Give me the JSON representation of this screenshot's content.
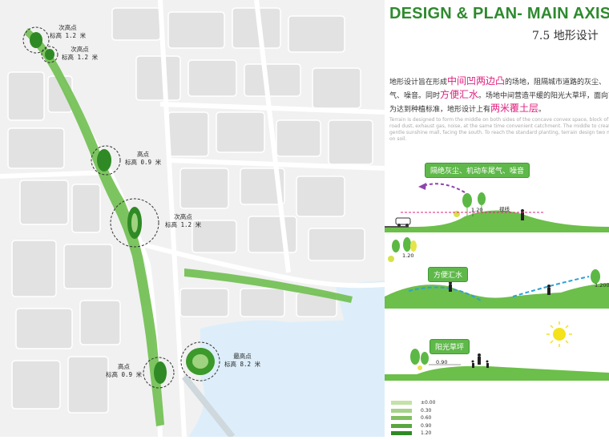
{
  "header": {
    "title": "DESIGN & PLAN- MAIN AXIS",
    "subtitle": "7.5 地形设计"
  },
  "description_zh": {
    "p1": "地形设计旨在形成",
    "h1": "中间凹两边凸",
    "p2": "的场地，阻隔城市道路的灰尘、",
    "p3": "气、噪音。同时",
    "h2": "方便汇水",
    "p4": "。场地中间营造平缓的阳光大草坪，面向南方",
    "p5": "为达到种植标准，地形设计上有",
    "h3": "两米覆土层",
    "p6": "。"
  },
  "description_en": "Terrain is designed to form the middle on both sides of the concave convex space, block of urban road dust, exhaust gas, noise, at the same time convenient catchment. The middle to create a gentle sunshine mall, facing the south. To reach the standard planting, terrain design two metres on soil.",
  "map_labels": {
    "l1": {
      "name": "次高点",
      "elev": "标高 1.2 米"
    },
    "l2": {
      "name": "次高点",
      "elev": "标高 1.2 米"
    },
    "l3": {
      "name": "高点",
      "elev": "标高 0.9 米"
    },
    "l4": {
      "name": "次高点",
      "elev": "标高 1.2 米"
    },
    "l5": {
      "name": "高点",
      "elev": "标高 0.9 米"
    },
    "l6": {
      "name": "最高点",
      "elev": "标高 8.2 米"
    }
  },
  "sections": {
    "s1": {
      "label": "隔绝灰尘、机动车尾气、噪音",
      "sightline": "视线",
      "height": "1.20"
    },
    "s2": {
      "label": "方便汇水",
      "height_left": "1.20",
      "height_right": "1.200"
    },
    "s3": {
      "label": "阳光草坪",
      "height": "0.90"
    }
  },
  "legend": [
    {
      "value": "±0.00",
      "color": "#c4e1a8"
    },
    {
      "value": "0.30",
      "color": "#a6d28a"
    },
    {
      "value": "0.60",
      "color": "#82bf63"
    },
    {
      "value": "0.90",
      "color": "#5aa63f"
    },
    {
      "value": "1.20",
      "color": "#2f8a25"
    }
  ],
  "colors": {
    "title_green": "#2e8a2e",
    "highlight_pink": "#e0207e",
    "water": "#ddeefa",
    "green_dark": "#2f8a25"
  }
}
